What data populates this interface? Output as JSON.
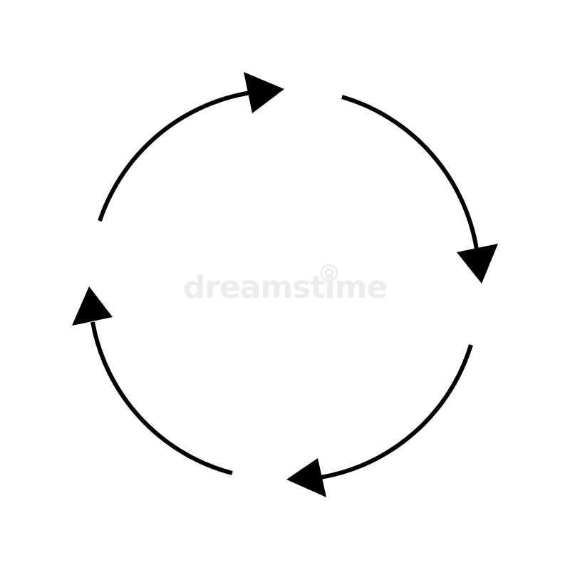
{
  "diagram": {
    "type": "circular-cycle",
    "direction": "clockwise",
    "arrow_count": 4,
    "stroke_color": "#000000",
    "background_color": "#ffffff"
  },
  "watermark": {
    "text": "dreamstime",
    "color": "#ececec"
  }
}
